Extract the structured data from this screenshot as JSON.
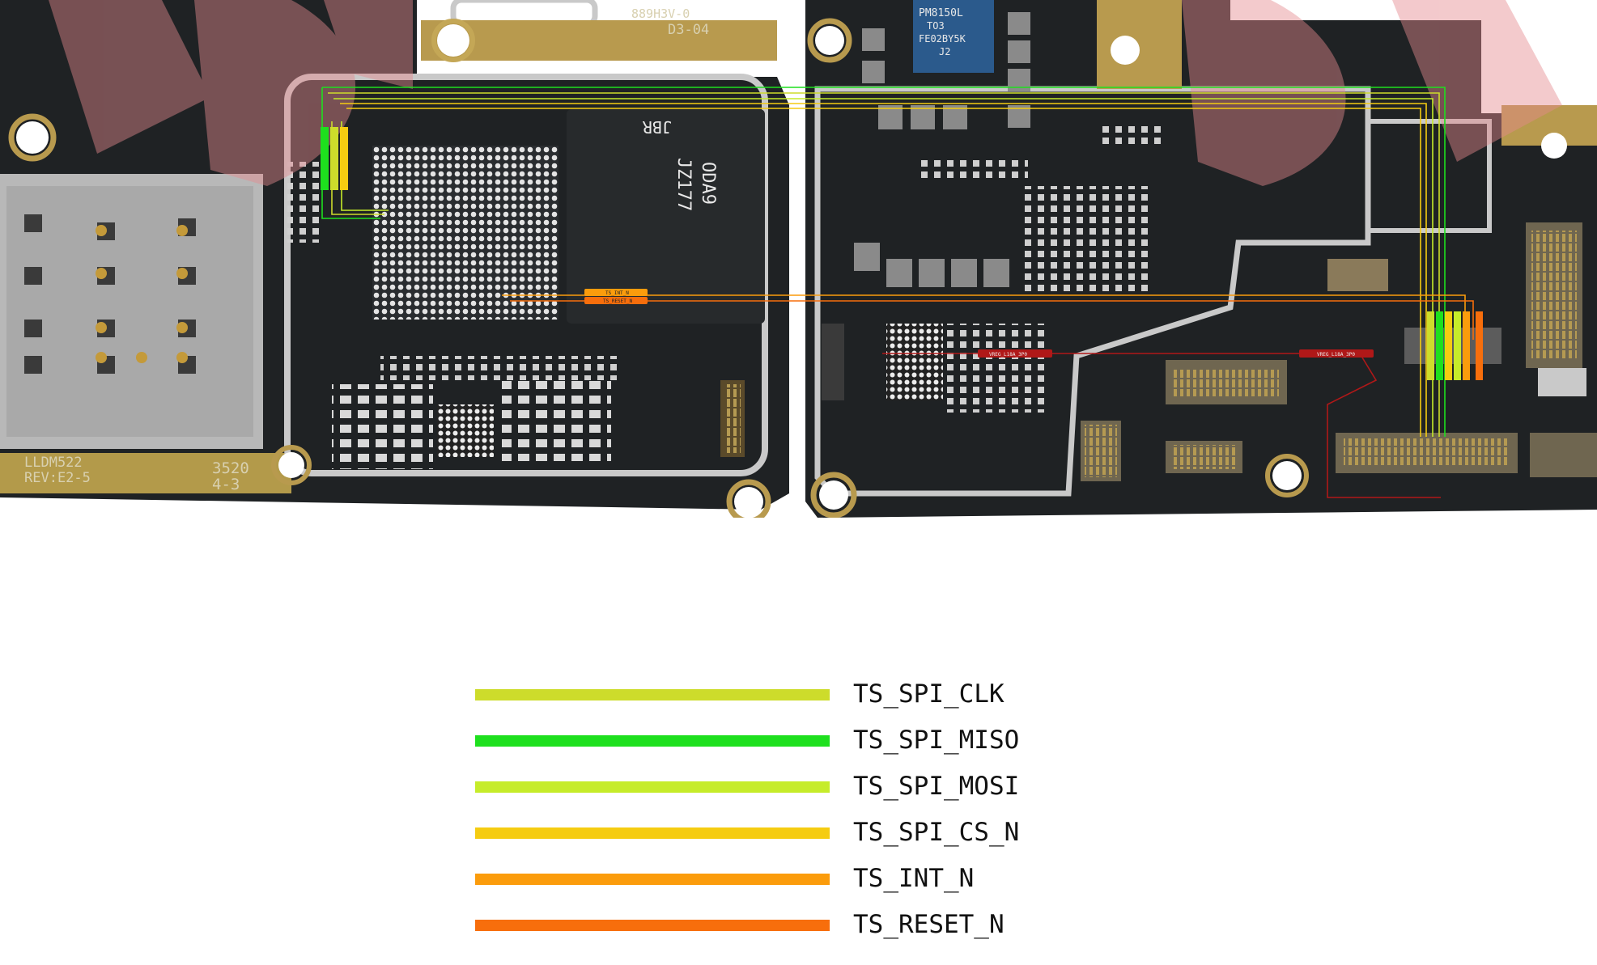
{
  "board": {
    "left_silk_1": "LLDM522",
    "left_silk_2": "REV:E2-5",
    "left_silk_3": "3520",
    "left_silk_4": "4-3",
    "top_silk": "D3-04",
    "top_silk_2": "889H3V-0",
    "chip_left_marking_1": "JBR",
    "chip_left_marking_2": "ODA9",
    "chip_left_marking_3": "JZ177",
    "chip_pm_marking_1": "PM8150L",
    "chip_pm_marking_2": "TO3",
    "chip_pm_marking_3": "FE02BY5K",
    "chip_pm_marking_4": "J2",
    "tag_int": "TS_INT_N",
    "tag_reset": "TS_RESET_N",
    "tag_vreg_1": "VREG_L18A_3P0",
    "tag_vreg_2": "VREG_L18A_3P0",
    "colors": {
      "pcb": "#1f2224",
      "shield": "#c9c9c9",
      "gold": "#b89a4e",
      "watermark": "#e58a8f"
    }
  },
  "legend": [
    {
      "label": "TS_SPI_CLK",
      "color": "#cddc2b"
    },
    {
      "label": "TS_SPI_MISO",
      "color": "#1ee01e"
    },
    {
      "label": "TS_SPI_MOSI",
      "color": "#c6ec2a"
    },
    {
      "label": "TS_SPI_CS_N",
      "color": "#f5cc11"
    },
    {
      "label": "TS_INT_N",
      "color": "#fb9c0c"
    },
    {
      "label": "TS_RESET_N",
      "color": "#f76e0c"
    }
  ]
}
